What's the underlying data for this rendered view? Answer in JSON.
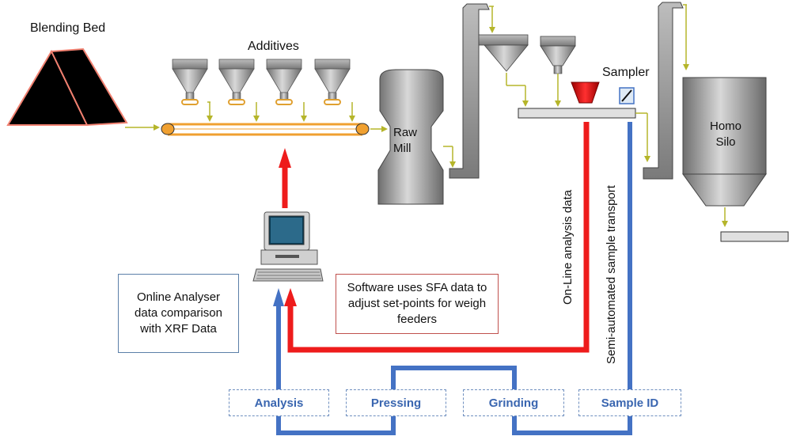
{
  "labels": {
    "blending_bed": "Blending Bed",
    "additives": "Additives",
    "raw_mill": "Raw\nMill",
    "sampler": "Sampler",
    "homo_silo": "Homo\nSilo",
    "online_data": "On-Line analysis data",
    "sample_transport": "Semi-automated sample transport"
  },
  "notes": {
    "analyser": "Online Analyser data comparison with XRF Data",
    "software": "Software uses SFA data to adjust set-points for weigh feeders"
  },
  "steps": [
    "Analysis",
    "Pressing",
    "Grinding",
    "Sample ID"
  ],
  "colors": {
    "red_line": "#ee1c1c",
    "blue_line": "#4472c4",
    "conveyor": "#f0a030",
    "arrow": "#b5b52a",
    "step_text": "#3a66b0"
  }
}
